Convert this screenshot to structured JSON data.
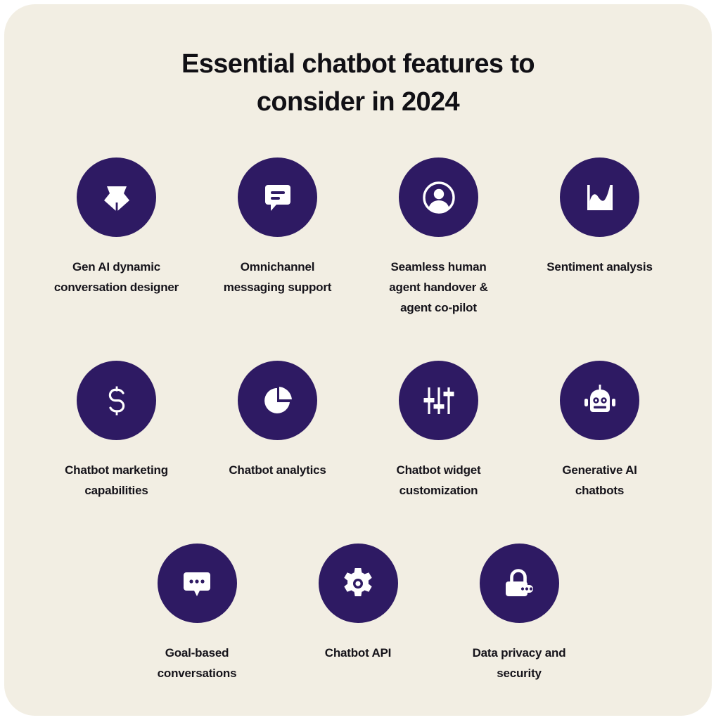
{
  "page": {
    "background_color": "#ffffff",
    "card_background_color": "#f2eee3",
    "accent_color": "#2e1a63",
    "text_color": "#111015",
    "title_line_1": "Essential chatbot features to",
    "title_line_2": "consider in 2024"
  },
  "rows": [
    {
      "items": [
        {
          "label": "Gen AI dynamic\nconversation designer",
          "icon": "pen-nib-icon"
        },
        {
          "label": "Omnichannel\nmessaging support",
          "icon": "chat-bubble-lines-icon"
        },
        {
          "label": "Seamless human\nagent handover &\nagent co-pilot",
          "icon": "user-avatar-icon"
        },
        {
          "label": "Sentiment analysis",
          "icon": "area-chart-icon"
        }
      ]
    },
    {
      "items": [
        {
          "label": "Chatbot marketing\ncapabilities",
          "icon": "dollar-sign-icon"
        },
        {
          "label": "Chatbot analytics",
          "icon": "pie-chart-icon"
        },
        {
          "label": "Chatbot widget\ncustomization",
          "icon": "sliders-icon"
        },
        {
          "label": "Generative AI\nchatbots",
          "icon": "robot-icon"
        }
      ]
    },
    {
      "items": [
        {
          "label": "Goal-based\nconversations",
          "icon": "chat-bubble-dots-icon"
        },
        {
          "label": "Chatbot API",
          "icon": "gear-icon"
        },
        {
          "label": "Data privacy and\nsecurity",
          "icon": "lock-password-icon"
        }
      ]
    }
  ]
}
